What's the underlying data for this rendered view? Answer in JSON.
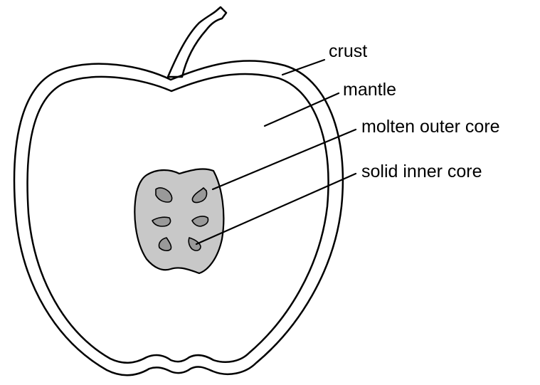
{
  "diagram": {
    "labels": {
      "crust": "crust",
      "mantle": "mantle",
      "outer_core": "molten outer core",
      "inner_core": "solid inner core"
    },
    "colors": {
      "core_fill": "#c8c8c8",
      "seed_fill": "#999999",
      "outline": "#000000",
      "background": "#ffffff"
    }
  }
}
